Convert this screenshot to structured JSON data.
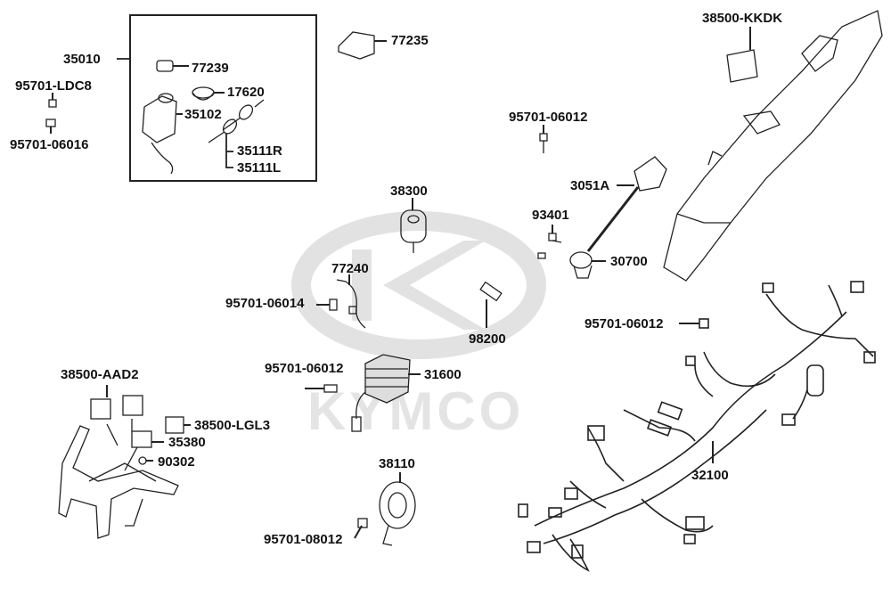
{
  "watermark": {
    "text": "KYMCO",
    "color": "#e2e2e2"
  },
  "parts": {
    "p35010": "35010",
    "p77239": "77239",
    "p17620": "17620",
    "p35102": "35102",
    "p35111R": "35111R",
    "p35111L": "35111L",
    "p77235": "77235",
    "p95701_LDC8": "95701-LDC8",
    "p95701_06016": "95701-06016",
    "p38500_KKDK": "38500-KKDK",
    "p95701_06012_a": "95701-06012",
    "p3051A": "3051A",
    "p93401": "93401",
    "p30700": "30700",
    "p38300": "38300",
    "p77240": "77240",
    "p95701_06014": "95701-06014",
    "p98200": "98200",
    "p95701_06012_b": "95701-06012",
    "p32100": "32100",
    "p95701_06012_c": "95701-06012",
    "p31600": "31600",
    "p38500_AAD2": "38500-AAD2",
    "p38500_LGL3": "38500-LGL3",
    "p35380": "35380",
    "p90302": "90302",
    "p38110": "38110",
    "p95701_08012": "95701-08012"
  }
}
